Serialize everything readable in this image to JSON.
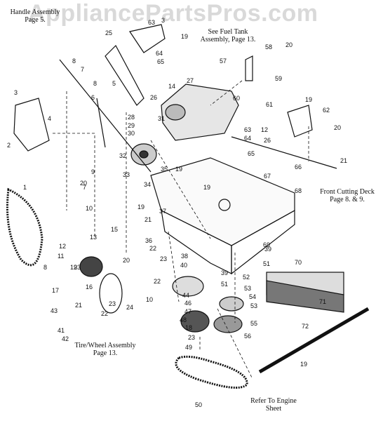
{
  "watermark": "AppliancePartsPros.com",
  "notes": {
    "handle": [
      "Handle Assembly",
      "Page 5."
    ],
    "fuel": [
      "See Fuel Tank",
      "Assembly, Page 13."
    ],
    "deck": [
      "Front Cutting Deck",
      "Page 8. & 9."
    ],
    "tire": [
      "Tire/Wheel Assembly",
      "Page 13."
    ],
    "engine": [
      "Refer To Engine",
      "Sheet"
    ]
  },
  "callouts": [
    {
      "n": "1"
    },
    {
      "n": "2"
    },
    {
      "n": "3"
    },
    {
      "n": "3"
    },
    {
      "n": "4"
    },
    {
      "n": "5"
    },
    {
      "n": "6"
    },
    {
      "n": "7"
    },
    {
      "n": "7"
    },
    {
      "n": "8"
    },
    {
      "n": "8"
    },
    {
      "n": "8"
    },
    {
      "n": "9"
    },
    {
      "n": "10"
    },
    {
      "n": "10"
    },
    {
      "n": "11"
    },
    {
      "n": "12"
    },
    {
      "n": "12"
    },
    {
      "n": "13"
    },
    {
      "n": "14"
    },
    {
      "n": "15"
    },
    {
      "n": "16"
    },
    {
      "n": "17"
    },
    {
      "n": "18"
    },
    {
      "n": "19"
    },
    {
      "n": "19"
    },
    {
      "n": "19"
    },
    {
      "n": "19"
    },
    {
      "n": "19"
    },
    {
      "n": "19"
    },
    {
      "n": "19"
    },
    {
      "n": "20"
    },
    {
      "n": "20"
    },
    {
      "n": "20"
    },
    {
      "n": "20"
    },
    {
      "n": "21"
    },
    {
      "n": "21"
    },
    {
      "n": "21"
    },
    {
      "n": "22"
    },
    {
      "n": "22"
    },
    {
      "n": "22"
    },
    {
      "n": "23"
    },
    {
      "n": "23"
    },
    {
      "n": "23"
    },
    {
      "n": "23"
    },
    {
      "n": "24"
    },
    {
      "n": "25"
    },
    {
      "n": "26"
    },
    {
      "n": "26"
    },
    {
      "n": "27"
    },
    {
      "n": "28"
    },
    {
      "n": "29"
    },
    {
      "n": "30"
    },
    {
      "n": "31"
    },
    {
      "n": "32"
    },
    {
      "n": "33"
    },
    {
      "n": "34"
    },
    {
      "n": "35"
    },
    {
      "n": "36"
    },
    {
      "n": "37"
    },
    {
      "n": "38"
    },
    {
      "n": "39"
    },
    {
      "n": "39"
    },
    {
      "n": "40"
    },
    {
      "n": "41"
    },
    {
      "n": "42"
    },
    {
      "n": "43"
    },
    {
      "n": "44"
    },
    {
      "n": "46"
    },
    {
      "n": "47"
    },
    {
      "n": "48"
    },
    {
      "n": "49"
    },
    {
      "n": "50"
    },
    {
      "n": "51"
    },
    {
      "n": "51"
    },
    {
      "n": "52"
    },
    {
      "n": "53"
    },
    {
      "n": "53"
    },
    {
      "n": "54"
    },
    {
      "n": "55"
    },
    {
      "n": "56"
    },
    {
      "n": "57"
    },
    {
      "n": "58"
    },
    {
      "n": "59"
    },
    {
      "n": "60"
    },
    {
      "n": "61"
    },
    {
      "n": "62"
    },
    {
      "n": "63"
    },
    {
      "n": "63"
    },
    {
      "n": "64"
    },
    {
      "n": "64"
    },
    {
      "n": "65"
    },
    {
      "n": "65"
    },
    {
      "n": "66"
    },
    {
      "n": "67"
    },
    {
      "n": "68"
    },
    {
      "n": "69"
    },
    {
      "n": "70"
    },
    {
      "n": "71"
    },
    {
      "n": "72"
    }
  ]
}
